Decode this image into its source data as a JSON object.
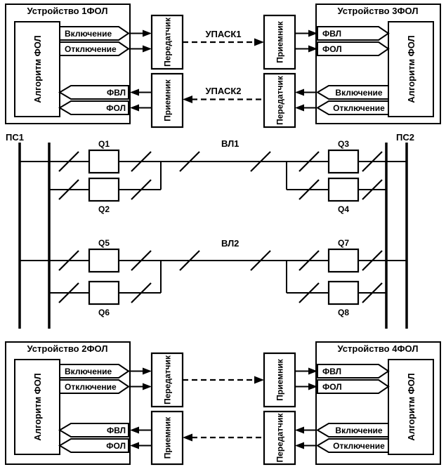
{
  "colors": {
    "ink": "#000000",
    "paper": "#ffffff"
  },
  "top_link": {
    "device_left": {
      "title": "Устройство 1ФОЛ",
      "algorithm": "Алгоритм ФОЛ",
      "cmd_on": "Включение",
      "cmd_off": "Отключение",
      "sig_line": "ФВЛ",
      "sig_fault": "ФОЛ"
    },
    "device_right": {
      "title": "Устройство 3ФОЛ",
      "algorithm": "Алгоритм ФОЛ",
      "cmd_on": "Включение",
      "cmd_off": "Отключение",
      "sig_line": "ФВЛ",
      "sig_fault": "ФОЛ"
    },
    "tx_left": "Передатчик",
    "rx_left": "Приемник",
    "rx_right": "Приемник",
    "tx_right": "Передатчик",
    "channel_forward": "УПАСК1",
    "channel_reverse": "УПАСК2"
  },
  "bottom_link": {
    "device_left": {
      "title": "Устройство 2ФОЛ",
      "algorithm": "Алгоритм ФОЛ",
      "cmd_on": "Включение",
      "cmd_off": "Отключение",
      "sig_line": "ФВЛ",
      "sig_fault": "ФОЛ"
    },
    "device_right": {
      "title": "Устройство 4ФОЛ",
      "algorithm": "Алгоритм ФОЛ",
      "cmd_on": "Включение",
      "cmd_off": "Отключение",
      "sig_line": "ФВЛ",
      "sig_fault": "ФОЛ"
    },
    "tx_left": "Передатчик",
    "rx_left": "Приемник",
    "rx_right": "Приемник",
    "tx_right": "Передатчик"
  },
  "grid": {
    "substation_left": "ПС1",
    "substation_right": "ПС2",
    "line1": "ВЛ1",
    "line2": "ВЛ2",
    "breakers": [
      "Q1",
      "Q2",
      "Q3",
      "Q4",
      "Q5",
      "Q6",
      "Q7",
      "Q8"
    ]
  }
}
